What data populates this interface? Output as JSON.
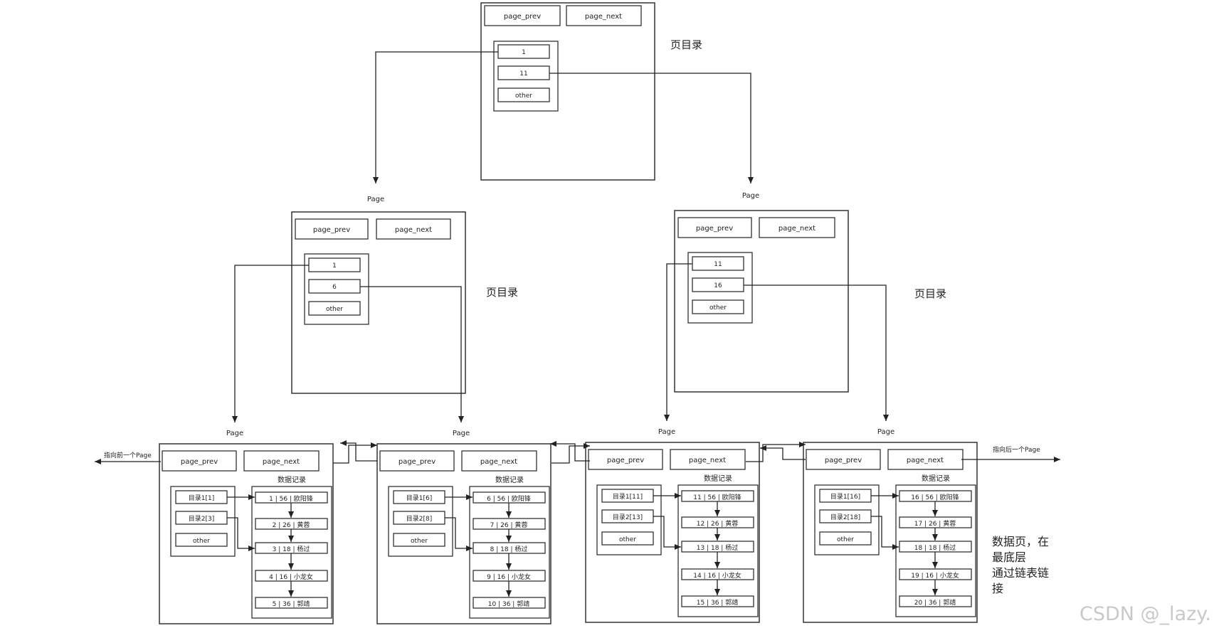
{
  "labels": {
    "page_prev": "page_prev",
    "page_next": "page_next",
    "page": "Page",
    "page_directory": "页目录",
    "data_records": "数据记录",
    "other": "other",
    "prev_page_pointer": "指向前一个Page",
    "next_page_pointer": "指向后一个Page"
  },
  "root": {
    "entries": [
      "1",
      "11",
      "other"
    ]
  },
  "mid_pages": [
    {
      "entries": [
        "1",
        "6",
        "other"
      ]
    },
    {
      "entries": [
        "11",
        "16",
        "other"
      ]
    }
  ],
  "leaf_pages": [
    {
      "dirs": [
        "目录1[1]",
        "目录2[3]",
        "other"
      ],
      "records": [
        "1 | 56 | 欧阳锋",
        "2 | 26 | 黄蓉",
        "3 | 18 | 杨过",
        "4 | 16 | 小龙女",
        "5 | 36 | 郭靖"
      ]
    },
    {
      "dirs": [
        "目录1[6]",
        "目录2[8]",
        "other"
      ],
      "records": [
        "6 | 56 | 欧阳锋",
        "7 | 26 | 黄蓉",
        "8 | 18 | 杨过",
        "9 | 16 | 小龙女",
        "10 | 36 | 郭靖"
      ]
    },
    {
      "dirs": [
        "目录1[11]",
        "目录2[13]",
        "other"
      ],
      "records": [
        "11 | 56 | 欧阳锋",
        "12 | 26 | 黄蓉",
        "13 | 18 | 杨过",
        "14 | 16 | 小龙女",
        "15 | 36 | 郭靖"
      ]
    },
    {
      "dirs": [
        "目录1[16]",
        "目录2[18]",
        "other"
      ],
      "records": [
        "16 | 56 | 欧阳锋",
        "17 | 26 | 黄蓉",
        "18 | 18 | 杨过",
        "19 | 16 | 小龙女",
        "20 | 36 | 郭靖"
      ]
    }
  ],
  "note_lines": [
    "数据页，在",
    "最底层",
    "通过链表链",
    "接"
  ],
  "watermark": "CSDN @_lazy."
}
